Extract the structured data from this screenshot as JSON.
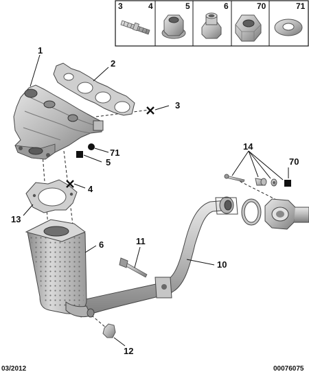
{
  "legend": {
    "cells": [
      {
        "code": "3",
        "code2": "4",
        "icon": "stud-icon"
      },
      {
        "code": "5",
        "icon": "flange-nut-icon"
      },
      {
        "code": "6",
        "icon": "collar-nut-icon"
      },
      {
        "code": "70",
        "icon": "hex-nut-icon"
      },
      {
        "code": "71",
        "icon": "washer-icon"
      }
    ]
  },
  "callouts": {
    "c1": "1",
    "c2": "2",
    "c3": "3",
    "c4": "4",
    "c5": "5",
    "c6": "6",
    "c10": "10",
    "c11": "11",
    "c12": "12",
    "c13": "13",
    "c14": "14",
    "c70": "70",
    "c71": "71"
  },
  "footer": {
    "date": "03/2012",
    "ref": "00076075"
  },
  "colors": {
    "metal_light": "#d4d4d4",
    "metal_mid": "#a8a8a8",
    "metal_dark": "#6f6f6f",
    "ink": "#111111"
  }
}
